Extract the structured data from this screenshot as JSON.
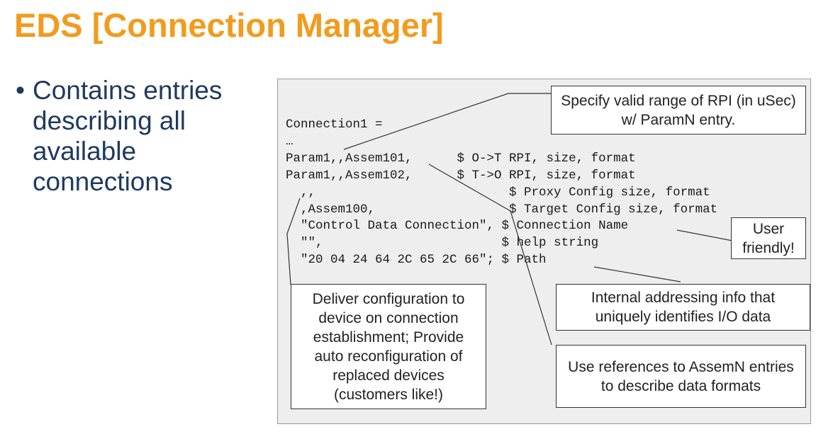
{
  "title": "EDS [Connection Manager]",
  "bullet": {
    "marker": "•",
    "text": "Contains entries describing all available connections"
  },
  "code_lines": [
    "Connection1 =",
    "…",
    "Param1,,Assem101,      $ O->T RPI, size, format",
    "Param1,,Assem102,      $ T->O RPI, size, format",
    "  ,,                          $ Proxy Config size, format",
    "  ,Assem100,                  $ Target Config size, format",
    "  \"Control Data Connection\", $ Connection Name",
    "  \"\",                        $ help string",
    "  \"20 04 24 64 2C 65 2C 66\"; $ Path"
  ],
  "callouts": {
    "rpi": "Specify valid range of RPI (in uSec) w/ ParamN entry.",
    "user_friendly": "User friendly!",
    "internal_addressing": "Internal addressing info that uniquely identifies I/O data",
    "assem_refs": "Use references to AssemN entries to describe data formats",
    "deliver_config": "Deliver configuration to device on connection establishment; Provide auto reconfiguration of replaced devices (customers like!)"
  },
  "colors": {
    "title": "#f29b1c",
    "bullet_text": "#1f3a60",
    "panel_bg": "#eeeeee"
  }
}
